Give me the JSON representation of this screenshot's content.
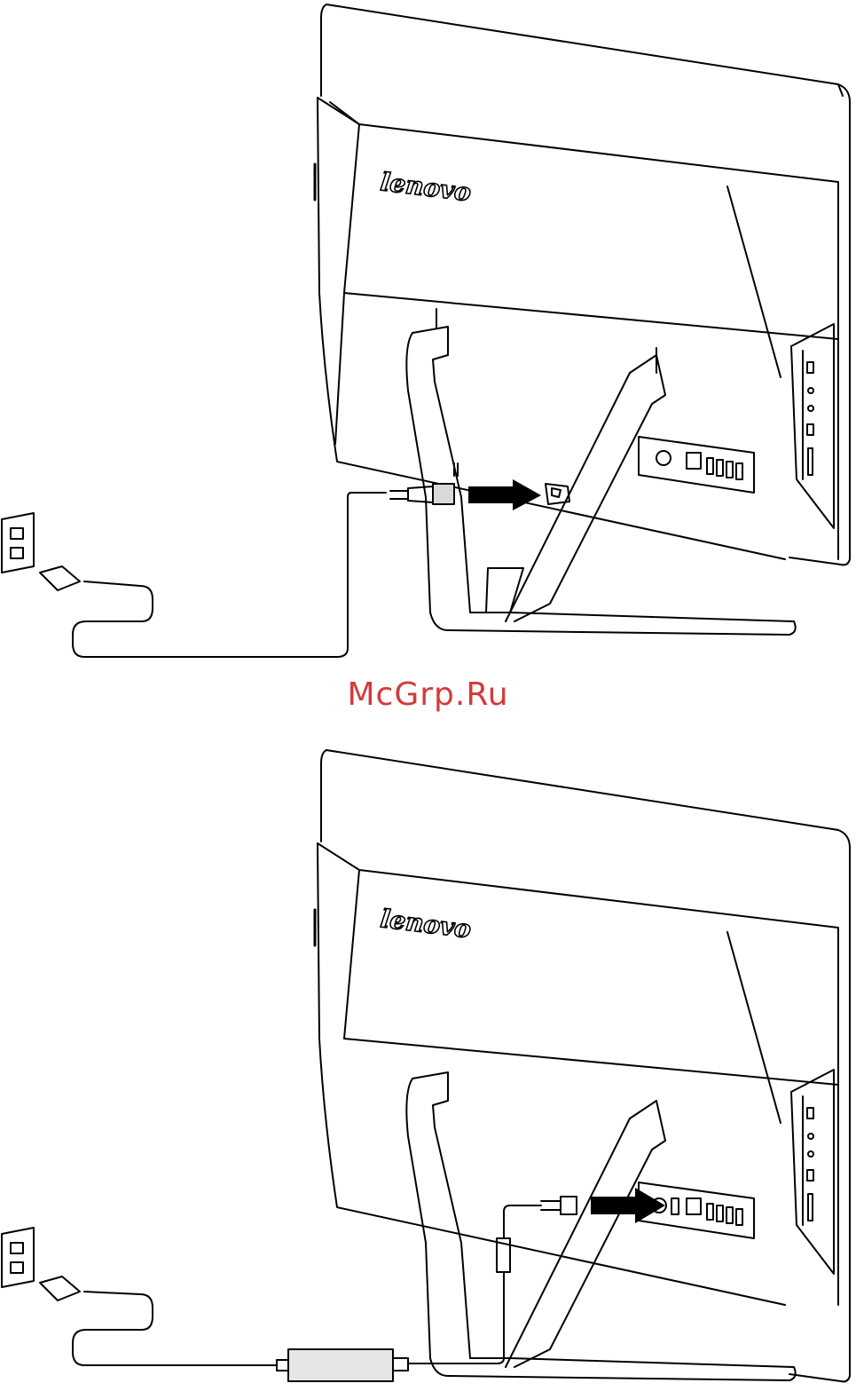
{
  "figures": [
    {
      "id": "ac-cord-setup",
      "brand_logo": "lenovo"
    },
    {
      "id": "adapter-setup",
      "brand_logo": "lenovo"
    }
  ],
  "watermark": {
    "text": "McGrp.Ru"
  }
}
